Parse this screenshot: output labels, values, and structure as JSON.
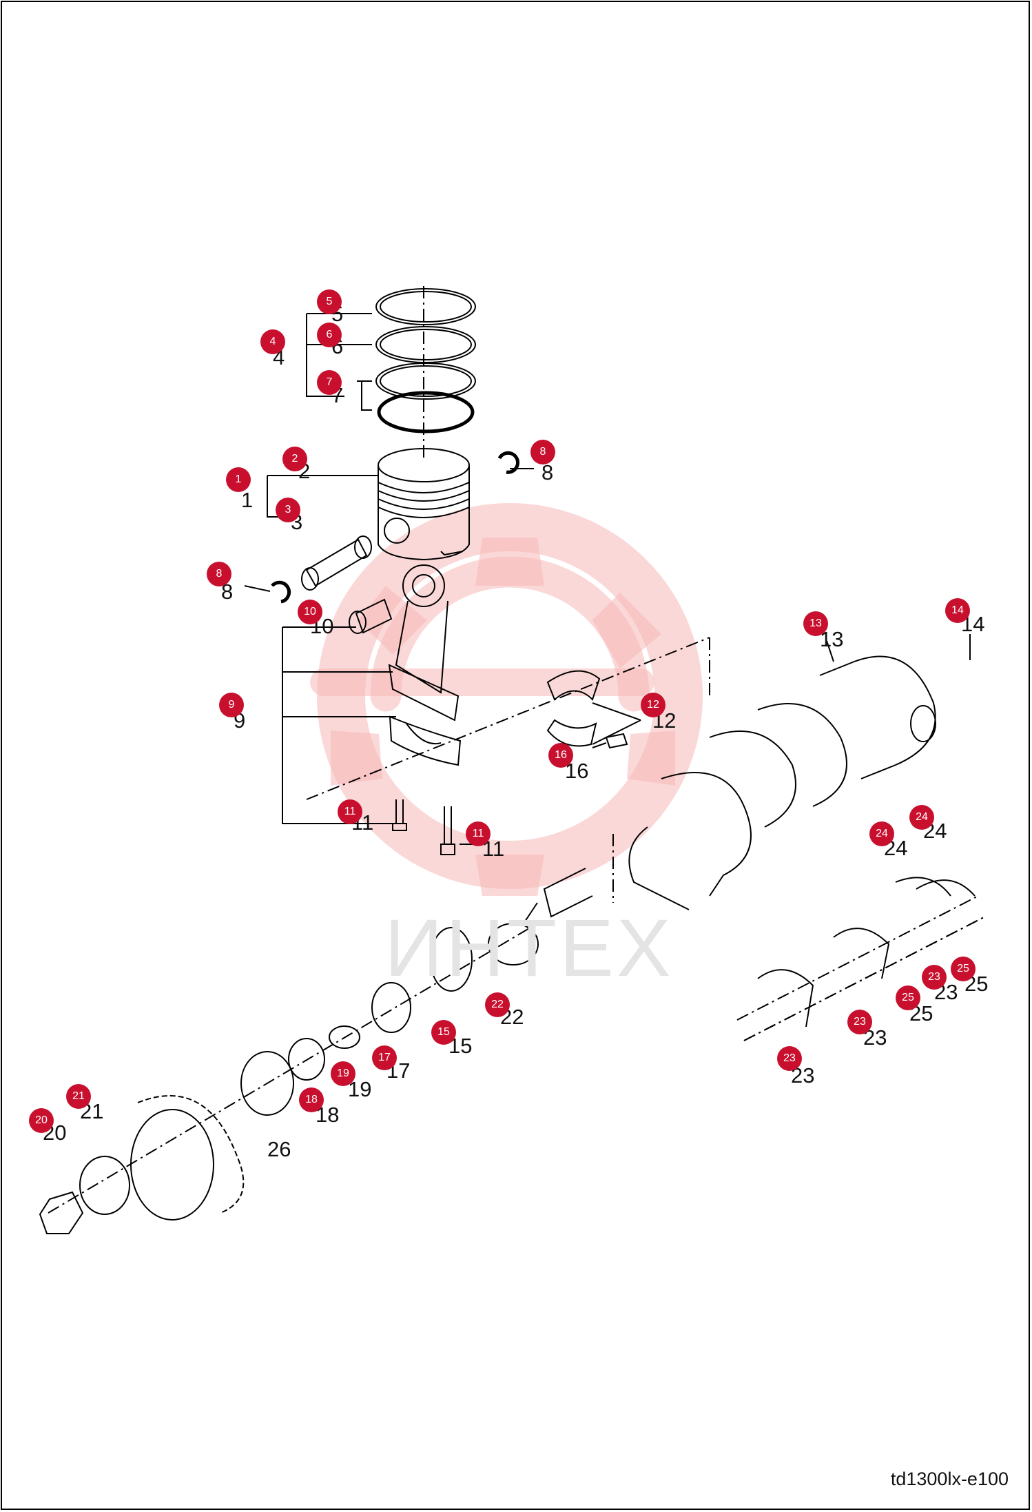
{
  "drawing_ref": "td1300lx-e100",
  "watermark": {
    "text": "ИНТЕХ",
    "color": "#f7b8b8"
  },
  "accent_color": "#c8102e",
  "parts": [
    {
      "id": "p5",
      "label": "5",
      "badge": "5"
    },
    {
      "id": "p6",
      "label": "6",
      "badge": "6"
    },
    {
      "id": "p4",
      "label": "4",
      "badge": "4"
    },
    {
      "id": "p7",
      "label": "7",
      "badge": "7"
    },
    {
      "id": "p2",
      "label": "2",
      "badge": "2"
    },
    {
      "id": "p8a",
      "label": "8",
      "badge": "8"
    },
    {
      "id": "p1",
      "label": "1",
      "badge": "1"
    },
    {
      "id": "p3",
      "label": "3",
      "badge": "3"
    },
    {
      "id": "p8b",
      "label": "8",
      "badge": "8"
    },
    {
      "id": "p10",
      "label": "10",
      "badge": "10"
    },
    {
      "id": "p9",
      "label": "9",
      "badge": "9"
    },
    {
      "id": "p11a",
      "label": "11",
      "badge": "11"
    },
    {
      "id": "p11b",
      "label": "11",
      "badge": "11"
    },
    {
      "id": "p12",
      "label": "12",
      "badge": "12"
    },
    {
      "id": "p16",
      "label": "16",
      "badge": "16"
    },
    {
      "id": "p13",
      "label": "13",
      "badge": "13"
    },
    {
      "id": "p14",
      "label": "14",
      "badge": "14"
    },
    {
      "id": "p24a",
      "label": "24",
      "badge": "24"
    },
    {
      "id": "p24b",
      "label": "24",
      "badge": "24"
    },
    {
      "id": "p22",
      "label": "22",
      "badge": "22"
    },
    {
      "id": "p15",
      "label": "15",
      "badge": "15"
    },
    {
      "id": "p17",
      "label": "17",
      "badge": "17"
    },
    {
      "id": "p19",
      "label": "19",
      "badge": "19"
    },
    {
      "id": "p18",
      "label": "18",
      "badge": "18"
    },
    {
      "id": "p26",
      "label": "26",
      "badge": ""
    },
    {
      "id": "p21",
      "label": "21",
      "badge": "21"
    },
    {
      "id": "p20",
      "label": "20",
      "badge": "20"
    },
    {
      "id": "p23a",
      "label": "23",
      "badge": "23"
    },
    {
      "id": "p23b",
      "label": "23",
      "badge": "23"
    },
    {
      "id": "p23c",
      "label": "23",
      "badge": "23"
    },
    {
      "id": "p25a",
      "label": "25",
      "badge": "25"
    },
    {
      "id": "p25b",
      "label": "25",
      "badge": "25"
    }
  ]
}
